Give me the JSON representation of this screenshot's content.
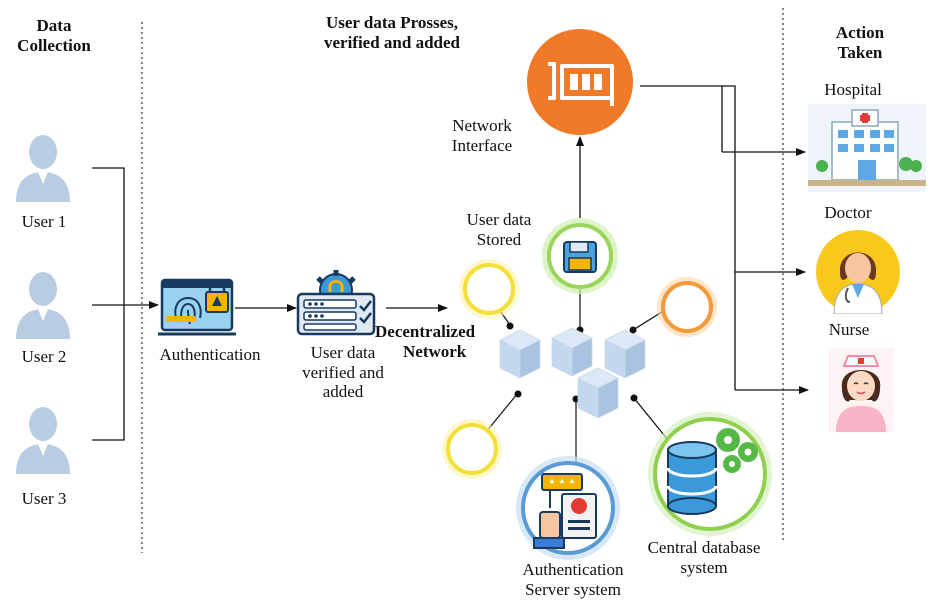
{
  "headers": {
    "data_collection_line1": "Data",
    "data_collection_line2": "Collection",
    "process_line1": "User data Prosses,",
    "process_line2": "verified and added",
    "action_line1": "Action",
    "action_line2": "Taken"
  },
  "users": [
    "User 1",
    "User 2",
    "User 3"
  ],
  "steps": {
    "authentication": "Authentication",
    "verified_line1": "User data",
    "verified_line2": "verified and",
    "verified_line3": "added"
  },
  "network": {
    "label_line1": "Decentralized",
    "label_line2": "Network"
  },
  "nodes": {
    "network_interface_line1": "Network",
    "network_interface_line2": "Interface",
    "stored_line1": "User data",
    "stored_line2": "Stored",
    "auth_server_line1": "Authentication",
    "auth_server_line2": "Server system",
    "central_db_line1": "Central database",
    "central_db_line2": "system"
  },
  "actions": [
    "Hospital",
    "Doctor",
    "Nurse"
  ],
  "colors": {
    "user_icon": "#b8cde2",
    "cube_top": "#dbe8f6",
    "cube_side": "#a9c3e0",
    "interface_orange": "#f07a28",
    "yellow_ring": "#f2df3a",
    "orange_ring": "#f59a3c",
    "green_ring": "#9bd65a",
    "blue_ring": "#5b9bd5"
  }
}
